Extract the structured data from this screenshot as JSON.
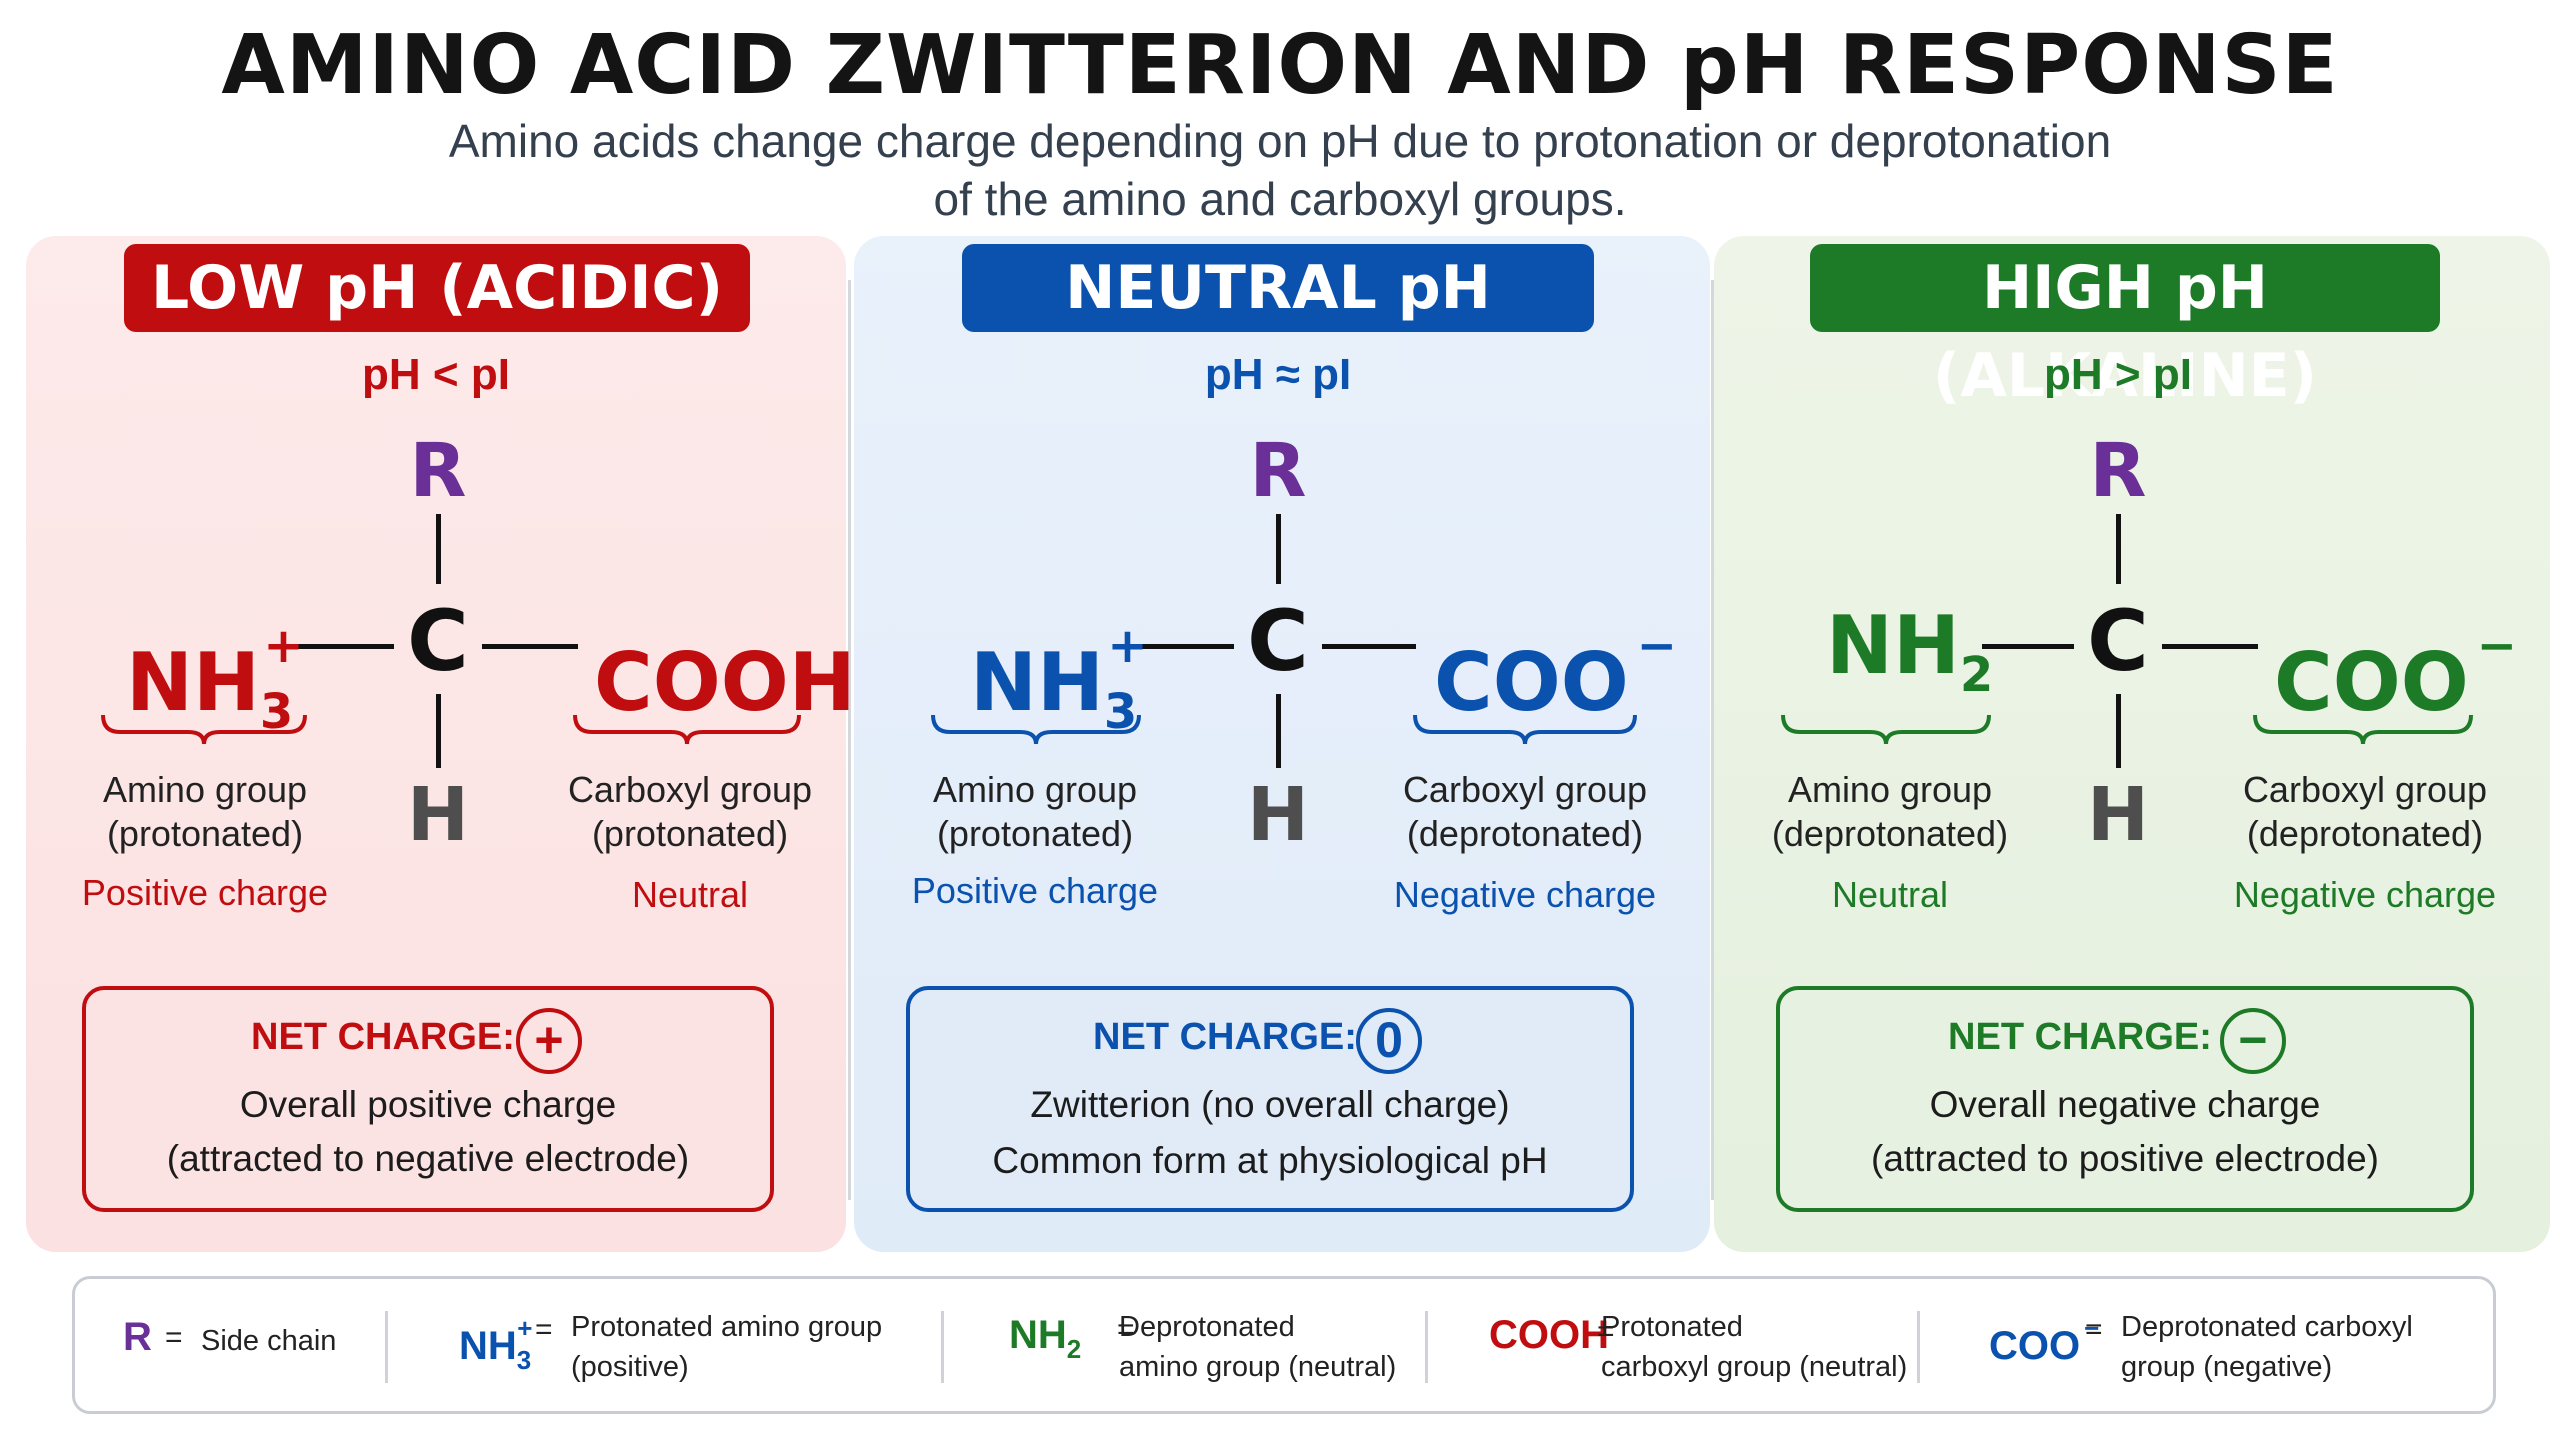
{
  "title": "AMINO ACID ZWITTERION AND pH RESPONSE",
  "subtitle": {
    "line1": "Amino acids change charge depending on pH due to protonation or deprotonation",
    "line2": "of the amino and carboxyl groups."
  },
  "colors": {
    "low": "#c00d0f",
    "neutral": "#0a52ae",
    "high": "#1d7a26",
    "r_group": "#6a3098"
  },
  "panels": {
    "low": {
      "banner": "LOW pH (ACIDIC)",
      "ph_relation": "pH < pI",
      "r": "R",
      "c": "C",
      "h": "H",
      "amino": {
        "base": "NH",
        "sub": "3",
        "sup": "+"
      },
      "carboxyl": {
        "base": "COOH",
        "sup": ""
      },
      "amino_label1": "Amino group",
      "amino_label2": "(protonated)",
      "amino_charge": "Positive charge",
      "carboxyl_label1": "Carboxyl group",
      "carboxyl_label2": "(protonated)",
      "carboxyl_charge": "Neutral",
      "net_title": "NET CHARGE:",
      "net_symbol": "+",
      "net_line1": "Overall positive charge",
      "net_line2": "(attracted to negative electrode)"
    },
    "neutral": {
      "banner": "NEUTRAL pH",
      "ph_relation": "pH ≈ pI",
      "r": "R",
      "c": "C",
      "h": "H",
      "amino": {
        "base": "NH",
        "sub": "3",
        "sup": "+"
      },
      "carboxyl": {
        "base": "COO",
        "sup": "−"
      },
      "amino_label1": "Amino group",
      "amino_label2": "(protonated)",
      "amino_charge": "Positive charge",
      "carboxyl_label1": "Carboxyl group",
      "carboxyl_label2": "(deprotonated)",
      "carboxyl_charge": "Negative charge",
      "net_title": "NET CHARGE:",
      "net_symbol": "0",
      "net_line1": "Zwitterion (no overall charge)",
      "net_line2": "Common form at physiological pH"
    },
    "high": {
      "banner": "HIGH pH (ALKALINE)",
      "ph_relation": "pH > pI",
      "r": "R",
      "c": "C",
      "h": "H",
      "amino": {
        "base": "NH",
        "sub": "2",
        "sup": ""
      },
      "carboxyl": {
        "base": "COO",
        "sup": "−"
      },
      "amino_label1": "Amino group",
      "amino_label2": "(deprotonated)",
      "amino_charge": "Neutral",
      "carboxyl_label1": "Carboxyl group",
      "carboxyl_label2": "(deprotonated)",
      "carboxyl_charge": "Negative charge",
      "net_title": "NET CHARGE:",
      "net_symbol": "−",
      "net_line1": "Overall negative charge",
      "net_line2": "(attracted to positive electrode)"
    }
  },
  "legend": [
    {
      "sym": "R",
      "sub": "",
      "sup": "",
      "eq": "=",
      "line1": "Side chain",
      "line2": ""
    },
    {
      "sym": "NH",
      "sub": "3",
      "sup": "+",
      "eq": "=",
      "line1": "Protonated amino group",
      "line2": "(positive)"
    },
    {
      "sym": "NH",
      "sub": "2",
      "sup": "",
      "eq": "=",
      "line1": "Deprotonated",
      "line2": "amino group (neutral)"
    },
    {
      "sym": "COOH",
      "sub": "",
      "sup": "",
      "eq": "=",
      "line1": "Protonated",
      "line2": "carboxyl group (neutral)"
    },
    {
      "sym": "COO",
      "sub": "",
      "sup": "−",
      "eq": "=",
      "line1": "Deprotonated carboxyl",
      "line2": "group (negative)"
    }
  ]
}
